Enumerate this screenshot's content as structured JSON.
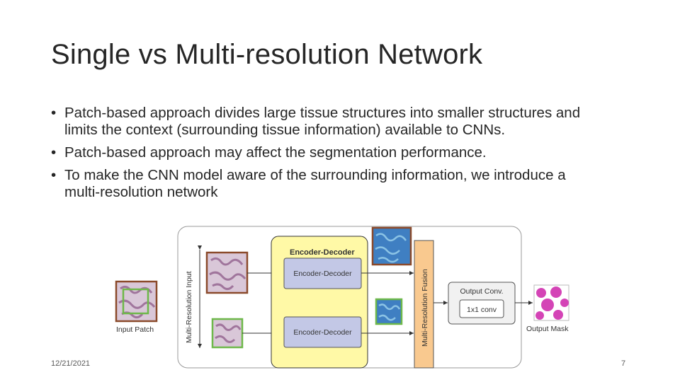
{
  "slide": {
    "title": "Single vs Multi-resolution Network",
    "bullets": [
      "Patch-based approach divides large tissue structures into smaller structures and limits the context (surrounding tissue information) available to CNNs.",
      "Patch-based approach may affect the segmentation performance.",
      "To make the CNN model aware of the surrounding information, we introduce a multi-resolution network"
    ],
    "bullet_symbol": "•",
    "footer_date": "12/21/2021",
    "page_number": "7"
  },
  "diagram": {
    "input_patch_label": "Input Patch",
    "multi_resolution_input_label": "Multi-Resolution Input",
    "encoder_decoder_group_label": "Encoder-Decoder",
    "encoder_decoder_top_label": "Encoder-Decoder",
    "encoder_decoder_bottom_label": "Encoder-Decoder",
    "fusion_label": "Multi-Resolution Fusion",
    "output_conv_label": "Output Conv.",
    "conv_label": "1x1 conv",
    "output_mask_label": "Output Mask",
    "colors": {
      "encoder_group_fill": "#fff9a6",
      "encoder_box_fill": "#c3c8e6",
      "fusion_fill": "#f9c98f",
      "output_group_fill": "#f1f1f1",
      "tissue_fill": "#d9c7d8",
      "low_res_frame": "#8b4a2b",
      "high_res_frame": "#6eb84a",
      "feature_map": "#3f7fc2",
      "mask_fill": "#d444b6"
    }
  }
}
